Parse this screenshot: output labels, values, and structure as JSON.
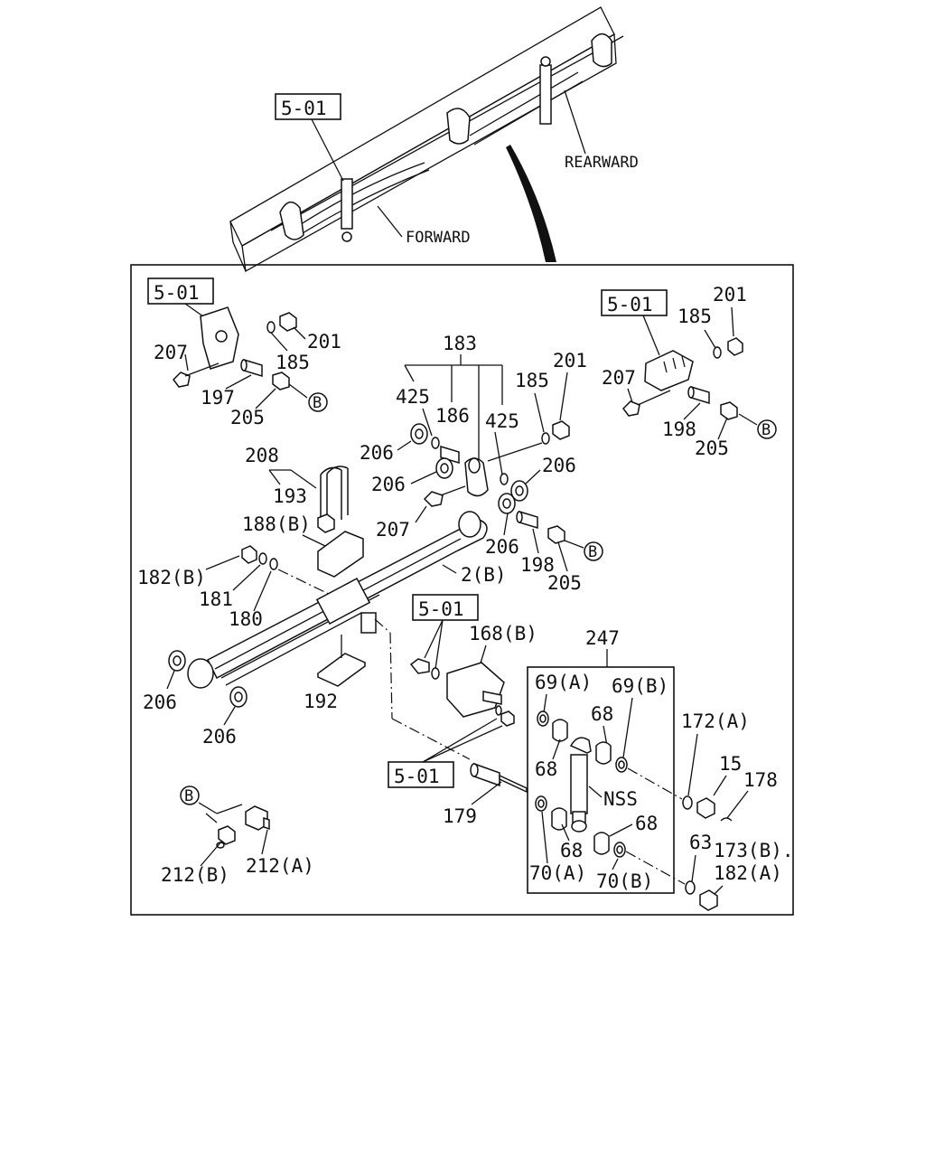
{
  "overview": {
    "ref_label": "5-01",
    "forward_label": "FORWARD",
    "rearward_label": "REARWARD"
  },
  "callouts": {
    "ref_5_01": "5-01",
    "b_marker": "B",
    "p201": "201",
    "p185": "185",
    "p207": "207",
    "p197": "197",
    "p205": "205",
    "p183": "183",
    "p425": "425",
    "p186": "186",
    "p206": "206",
    "p198": "198",
    "p208": "208",
    "p193": "193",
    "p188b": "188(B)",
    "p182b": "182(B)",
    "p181": "181",
    "p180": "180",
    "p2b": "2(B)",
    "p192": "192",
    "p168b": "168(B)",
    "p247": "247",
    "p69a": "69(A)",
    "p69b": "69(B)",
    "p68": "68",
    "p172a": "172(A)",
    "p15": "15",
    "p178": "178",
    "nss": "NSS",
    "p179": "179",
    "p70a": "70(A)",
    "p70b": "70(B)",
    "p63": "63",
    "p173b": "173(B).",
    "p182a": "182(A)",
    "p212b": "212(B)",
    "p212a": "212(A)"
  }
}
